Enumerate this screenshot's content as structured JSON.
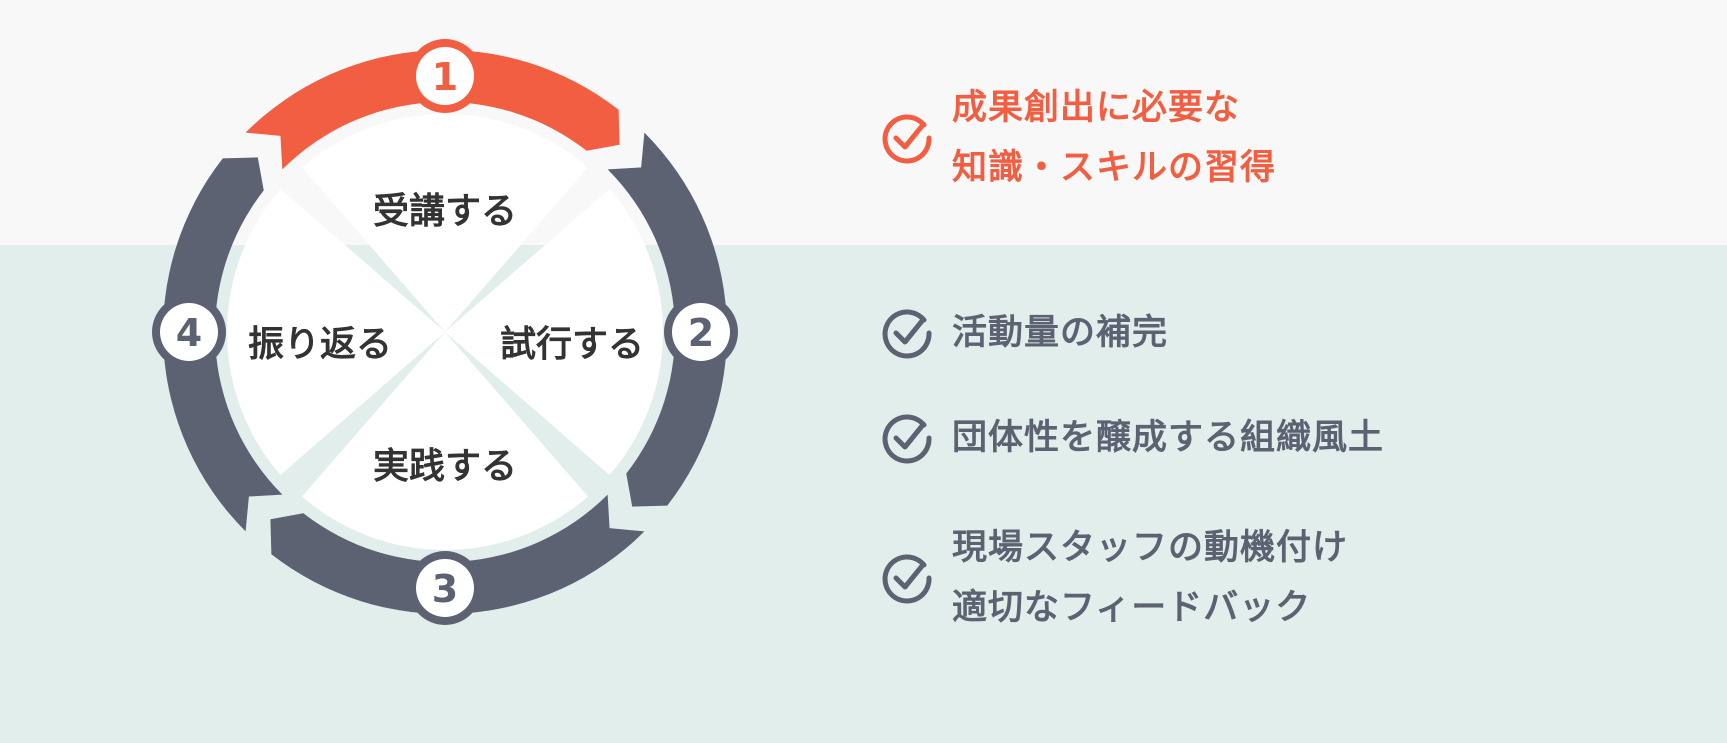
{
  "colors": {
    "accent": "#f15e41",
    "gray": "#5d6272",
    "top_bg": "#f8f8f8",
    "bottom_bg": "#e2eeeb",
    "label": "#333333"
  },
  "cycle": {
    "steps": [
      {
        "number": "1",
        "label": "受講する",
        "color": "#f15e41"
      },
      {
        "number": "2",
        "label": "試行する",
        "color": "#5d6272"
      },
      {
        "number": "3",
        "label": "実践する",
        "color": "#5d6272"
      },
      {
        "number": "4",
        "label": "振り返る",
        "color": "#5d6272"
      }
    ]
  },
  "outcomes": {
    "highlight": {
      "icon": "check-circle-icon",
      "lines": [
        "成果創出に必要な",
        "知識・スキルの習得"
      ]
    },
    "items": [
      {
        "icon": "check-circle-icon",
        "lines": [
          "活動量の補完"
        ]
      },
      {
        "icon": "check-circle-icon",
        "lines": [
          "団体性を醸成する組織風土"
        ]
      },
      {
        "icon": "check-circle-icon",
        "lines": [
          "現場スタッフの動機付け",
          "適切なフィードバック"
        ]
      }
    ]
  }
}
